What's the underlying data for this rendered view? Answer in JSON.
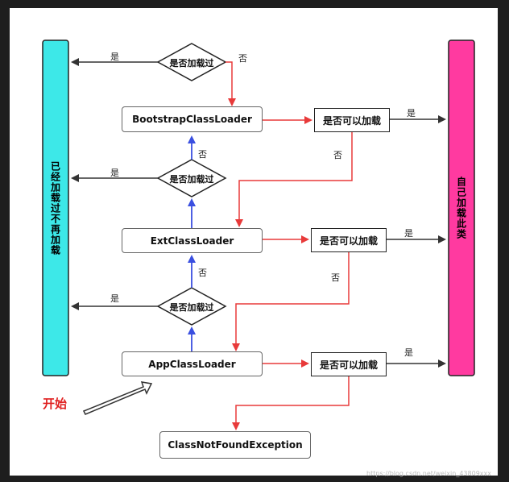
{
  "left_bar": {
    "label": "已经加载过不再加载",
    "color": "#3de8e8"
  },
  "right_bar": {
    "label": "自己加载此类",
    "color": "#ff3aa0"
  },
  "loaders": [
    {
      "name": "BootstrapClassLoader"
    },
    {
      "name": "ExtClassLoader"
    },
    {
      "name": "AppClassLoader"
    }
  ],
  "check_loaded": "是否加载过",
  "check_can_load": "是否可以加载",
  "yes": "是",
  "no": "否",
  "exception": "ClassNotFoundException",
  "start": "开始",
  "watermark": "https://blog.csdn.net/weixin_43809xxx",
  "colors": {
    "red_arrow": "#e83a3a",
    "blue_arrow": "#3a4fe0",
    "black_arrow": "#333333"
  }
}
